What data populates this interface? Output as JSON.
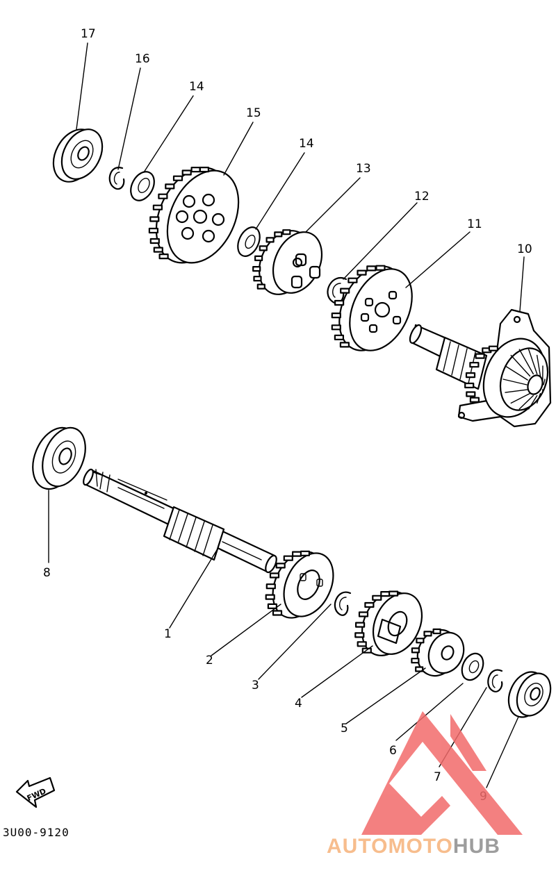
{
  "diagram": {
    "parts": {
      "p1": "1",
      "p2": "2",
      "p3": "3",
      "p4": "4",
      "p5": "5",
      "p6": "6",
      "p7": "7",
      "p8": "8",
      "p9": "9",
      "p10": "10",
      "p11": "11",
      "p12": "12",
      "p13": "13",
      "p14a": "14",
      "p14b": "14",
      "p15": "15",
      "p16": "16",
      "p17": "17"
    },
    "fwd_label": "FWD",
    "drawing_code": "3U00-9120"
  },
  "watermark": {
    "brand_part1": "AUTOMOTO",
    "brand_part2": "HUB",
    "colors": {
      "brand1": "#f6b27a",
      "brand2": "#8c8c8c",
      "triangle": "#f26b6b"
    }
  }
}
